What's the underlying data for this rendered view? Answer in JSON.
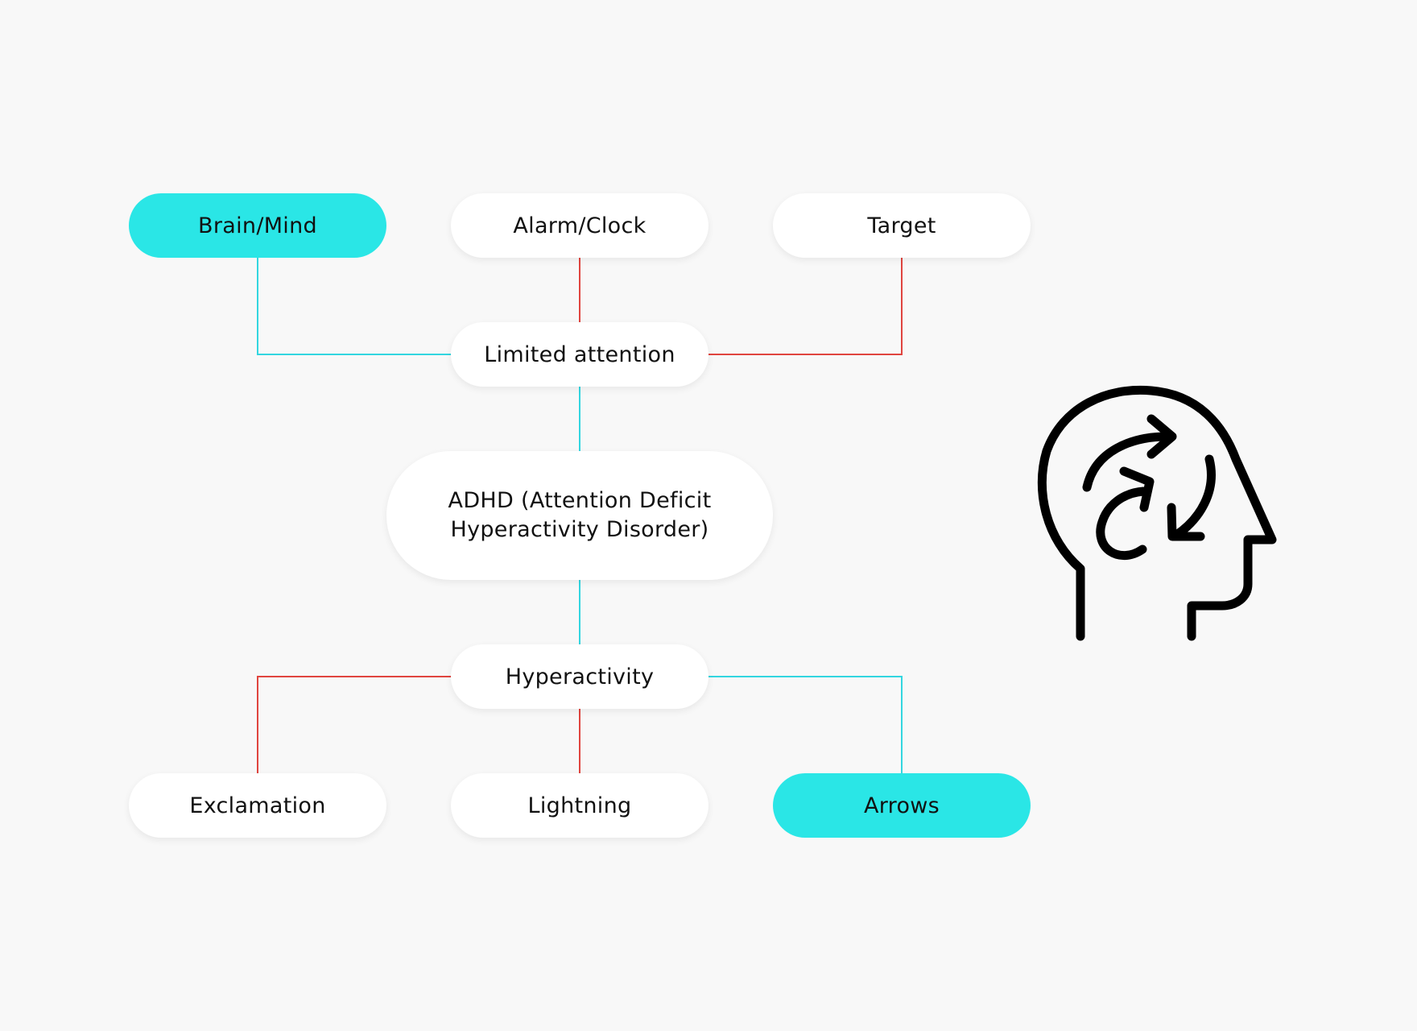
{
  "colors": {
    "background": "#f8f8f8",
    "accent": "#2ae6e6",
    "connector_cyan": "#33d6e0",
    "connector_red": "#e0453f",
    "node_fill": "#ffffff",
    "icon_stroke": "#000000"
  },
  "nodes": {
    "brain_mind": "Brain/Mind",
    "alarm_clock": "Alarm/Clock",
    "target": "Target",
    "limited_attention": "Limited attention",
    "adhd": "ADHD (Attention Deficit Hyperactivity Disorder)",
    "hyperactivity": "Hyperactivity",
    "exclamation": "Exclamation",
    "lightning": "Lightning",
    "arrows": "Arrows"
  },
  "icon": {
    "name": "head-with-cycle-arrows-icon"
  }
}
